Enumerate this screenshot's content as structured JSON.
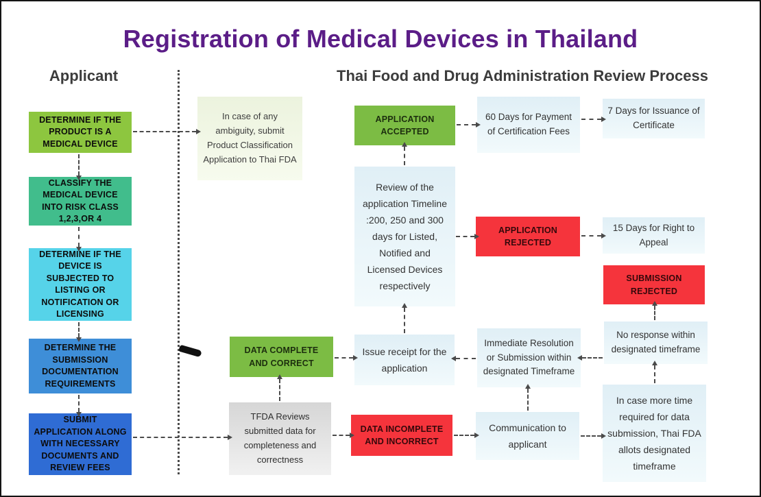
{
  "title": "Registration of Medical Devices in Thailand",
  "headers": {
    "applicant": "Applicant",
    "fda": "Thai Food and Drug Administration Review Process"
  },
  "applicant_steps": [
    {
      "label": "DETERMINE IF THE PRODUCT IS A MEDICAL DEVICE",
      "color": "#8dc63f"
    },
    {
      "label": "CLASSIFY THE MEDICAL DEVICE INTO RISK CLASS 1,2,3,OR 4",
      "color": "#41bd8c"
    },
    {
      "label": "DETERMINE IF THE DEVICE IS SUBJECTED TO LISTING OR NOTIFICATION OR LICENSING",
      "color": "#56d3e9"
    },
    {
      "label": "DETERMINE THE SUBMISSION DOCUMENTATION REQUIREMENTS",
      "color": "#3e8ed8"
    },
    {
      "label": "SUBMIT APPLICATION ALONG WITH NECESSARY DOCUMENTS AND REVIEW FEES",
      "color": "#2f6cd4"
    }
  ],
  "fda_nodes": {
    "ambiguity_note": "In case of any ambiguity, submit Product Classification Application to Thai FDA",
    "application_accepted": "APPLICATION ACCEPTED",
    "payment_60_days": "60 Days for Payment of Certification Fees",
    "certificate_7_days": "7 Days for Issuance of Certificate",
    "review_timeline": "Review of the application Timeline :200, 250 and 300 days for Listed, Notified and Licensed Devices respectively",
    "application_rejected": "APPLICATION REJECTED",
    "appeal_15_days": "15 Days for Right to Appeal",
    "submission_rejected": "SUBMISSION REJECTED",
    "no_response": "No response within designated timeframe",
    "data_complete": "DATA COMPLETE AND CORRECT",
    "issue_receipt": "Issue receipt for the application",
    "immediate_resolution": "Immediate Resolution or Submission within designated Timeframe",
    "tfda_reviews": "TFDA Reviews submitted data for completeness and correctness",
    "data_incomplete": "DATA INCOMPLETE AND INCORRECT",
    "communication": "Communication to applicant",
    "more_time": "In case more time required for data submission, Thai FDA allots designated timeframe"
  },
  "colors": {
    "title_purple": "#5b1d87",
    "header_text": "#3c3c3c",
    "accept_green": "#7cbc44",
    "reject_red": "#f5343c",
    "pale_blue": "#e4f1f7",
    "pale_green": "#eef5e3",
    "gray_box": "#dcdcdc",
    "arrow": "#4a4a4a"
  }
}
